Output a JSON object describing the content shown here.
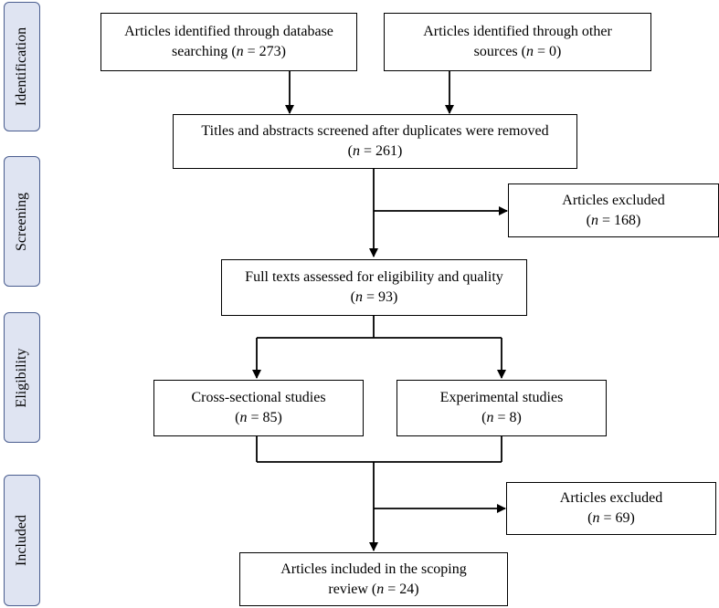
{
  "phases": [
    {
      "label": "Identification"
    },
    {
      "label": "Screening"
    },
    {
      "label": "Eligibility"
    },
    {
      "label": "Included"
    }
  ],
  "boxes": {
    "db_search": {
      "text": "Articles identified through database searching",
      "n_symbol": "n",
      "n_rest": " = 273)"
    },
    "other_sources": {
      "text": "Articles identified through other sources",
      "n_symbol": "n",
      "n_rest": " = 0)"
    },
    "screened": {
      "text": "Titles and abstracts screened after duplicates were removed",
      "n_symbol": "n",
      "n_rest": " = 261)"
    },
    "excluded_1": {
      "text": "Articles excluded",
      "n_symbol": "n",
      "n_rest": " = 168)"
    },
    "full_text": {
      "text": "Full texts assessed for eligibility and quality",
      "n_symbol": "n",
      "n_rest": " = 93)"
    },
    "cross_sectional": {
      "text": "Cross-sectional studies",
      "n_symbol": "n",
      "n_rest": " = 85)"
    },
    "experimental": {
      "text": "Experimental studies",
      "n_symbol": "n",
      "n_rest": " = 8)"
    },
    "excluded_2": {
      "text": "Articles excluded",
      "n_symbol": "n",
      "n_rest": " = 69)"
    },
    "included": {
      "text": "Articles included in the scoping review",
      "n_symbol": "n",
      "n_rest": " = 24)"
    }
  },
  "colors": {
    "phase_fill": "#dfe4f2",
    "phase_border": "#4a5d8f",
    "line": "#000000"
  }
}
